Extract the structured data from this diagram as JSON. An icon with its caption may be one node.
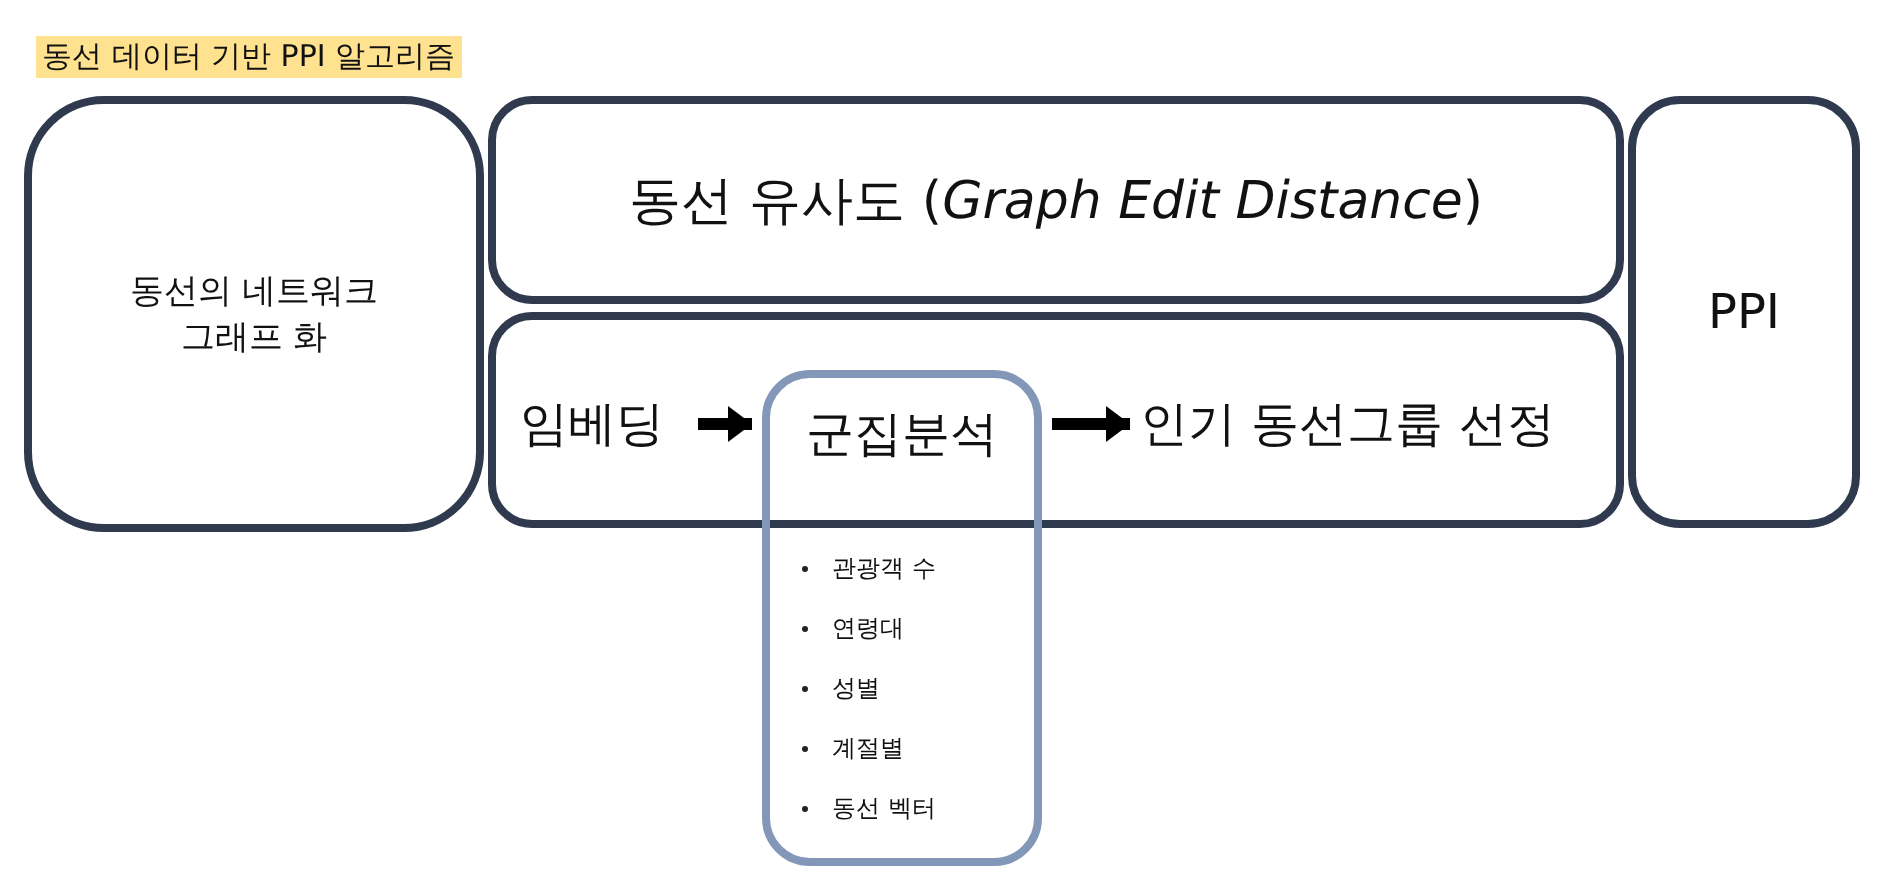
{
  "diagram": {
    "title": "동선 데이터 기반 PPI 알고리즘",
    "nodes": [
      {
        "text": [
          "동선의 네트워크 그래프 화"
        ]
      },
      {
        "text": [
          "동선 유사도 (*Graph Edit Distance*)"
        ]
      },
      {
        "text": [],
        "shape": "box"
      },
      {
        "text": [
          "임베딩"
        ],
        "in": 2
      },
      {
        "text": [
          "군집분석",
          "관광객 수",
          "연령대",
          "성별",
          "계절별",
          "동선 벡터"
        ]
      },
      {
        "text": [
          "인기 동선그룹 선정"
        ],
        "in": 2
      },
      {
        "text": [
          "PPI"
        ]
      }
    ],
    "edges": [
      {
        "from": 3,
        "to": 4,
        "arrow": "to"
      },
      {
        "from": 4,
        "to": 5,
        "arrow": "to"
      }
    ]
  }
}
